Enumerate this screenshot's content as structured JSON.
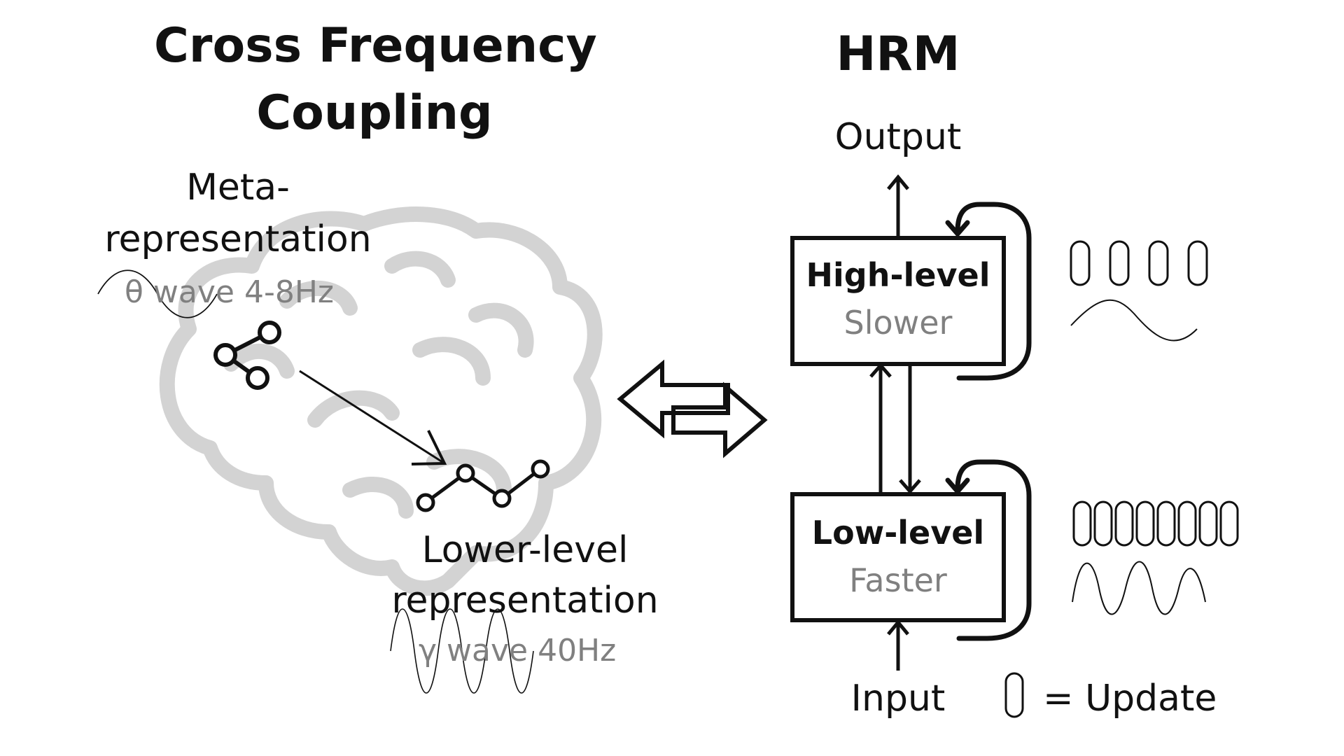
{
  "left": {
    "title_line1": "Cross Frequency",
    "title_line2": "Coupling",
    "meta_line1": "Meta-",
    "meta_line2": "representation",
    "theta_label": "θ wave 4-8Hz",
    "lower_line1": "Lower-level",
    "lower_line2": "representation",
    "gamma_label": "γ wave 40Hz"
  },
  "right": {
    "title": "HRM",
    "output_label": "Output",
    "input_label": "Input",
    "high_title": "High-level",
    "high_sub": "Slower",
    "low_title": "Low-level",
    "low_sub": "Faster",
    "update_legend": "= Update",
    "high_updates": 4,
    "low_updates": 8
  },
  "colors": {
    "ink": "#111111",
    "muted": "#808080",
    "brain": "#d3d3d3"
  },
  "icons": [
    "brain-icon",
    "share-nodes-icon",
    "line-nodes-icon",
    "bidirectional-arrow-icon",
    "update-capsule-icon"
  ]
}
